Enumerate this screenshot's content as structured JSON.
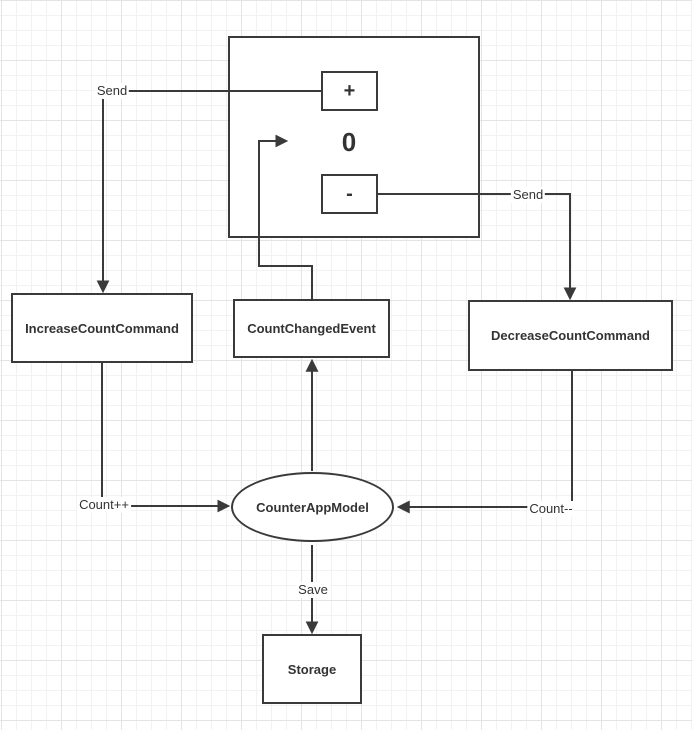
{
  "diagram": {
    "counter_ui": {
      "increment_label": "+",
      "count_value": "0",
      "decrement_label": "-"
    },
    "nodes": {
      "increase_command": "IncreaseCountCommand",
      "count_changed_event": "CountChangedEvent",
      "decrease_command": "DecreaseCountCommand",
      "app_model": "CounterAppModel",
      "storage": "Storage"
    },
    "edge_labels": {
      "send_left": "Send",
      "send_right": "Send",
      "count_increment": "Count++",
      "count_decrement": "Count--",
      "save": "Save"
    },
    "colors": {
      "stroke": "#3a3a3a",
      "text": "#333333",
      "grid_minor": "#f2f2f2",
      "grid_major": "#e4e4e4",
      "background": "#ffffff"
    }
  }
}
